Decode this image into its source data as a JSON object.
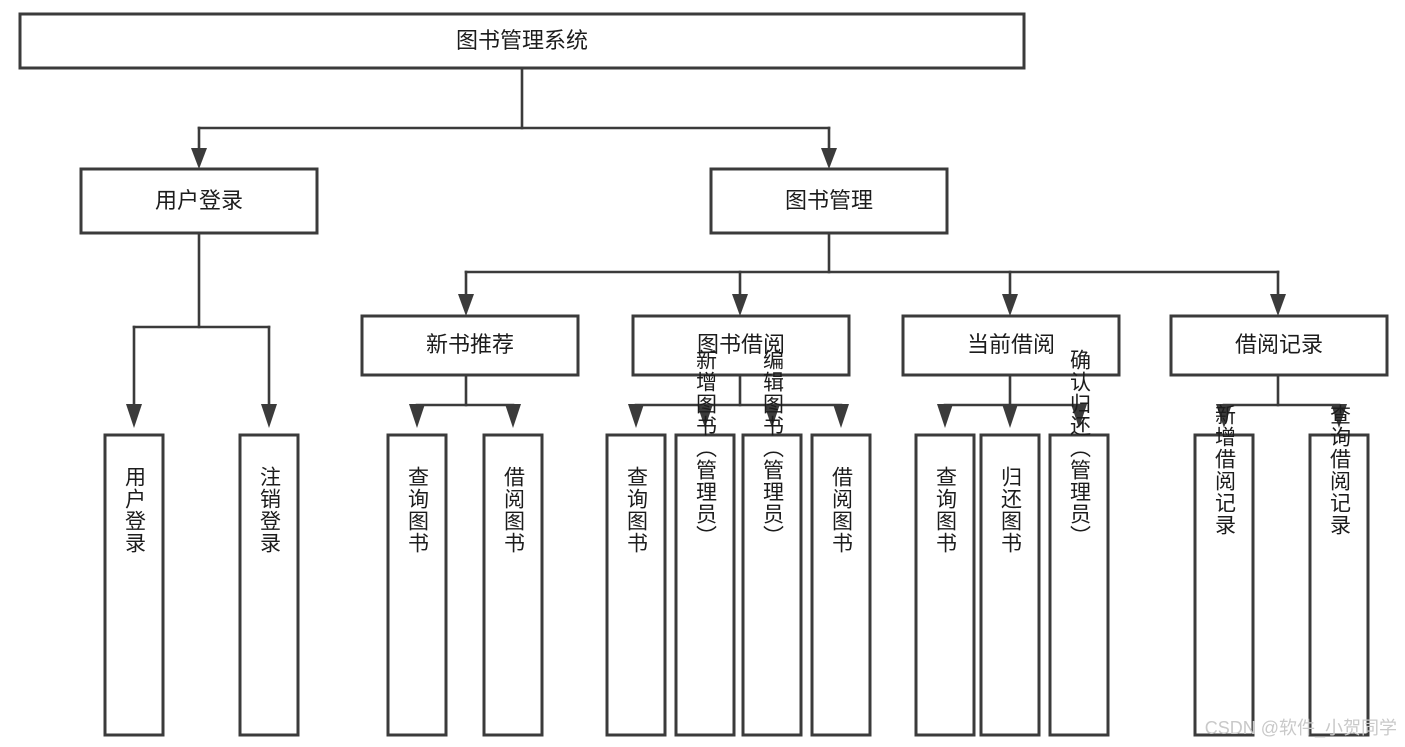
{
  "diagram": {
    "type": "tree-hierarchy",
    "title": "图书管理系统",
    "watermark": "CSDN @软件_小贺同学",
    "colors": {
      "box_border": "#3b3b3b",
      "box_fill": "#ffffff",
      "connector": "#3b3b3b",
      "text": "#1c1c1c",
      "background": "#ffffff",
      "watermark": "#c9c9c9"
    },
    "root": {
      "label": "图书管理系统"
    },
    "level2": [
      {
        "label": "用户登录"
      },
      {
        "label": "图书管理"
      }
    ],
    "level3": [
      {
        "label": "新书推荐"
      },
      {
        "label": "图书借阅"
      },
      {
        "label": "当前借阅"
      },
      {
        "label": "借阅记录"
      }
    ],
    "leaves": {
      "user_login": [
        {
          "label": "用户登录"
        },
        {
          "label": "注销登录"
        }
      ],
      "new_book_recommend": [
        {
          "label": "查询图书"
        },
        {
          "label": "借阅图书"
        }
      ],
      "book_borrow": [
        {
          "label": "查询图书"
        },
        {
          "label": "新增图书（管理员）"
        },
        {
          "label": "编辑图书（管理员）"
        },
        {
          "label": "借阅图书"
        }
      ],
      "current_borrow": [
        {
          "label": "查询图书"
        },
        {
          "label": "归还图书"
        },
        {
          "label": "确认归还（管理员）"
        }
      ],
      "borrow_record": [
        {
          "label": "新增借阅记录"
        },
        {
          "label": "查询借阅记录"
        }
      ]
    }
  }
}
